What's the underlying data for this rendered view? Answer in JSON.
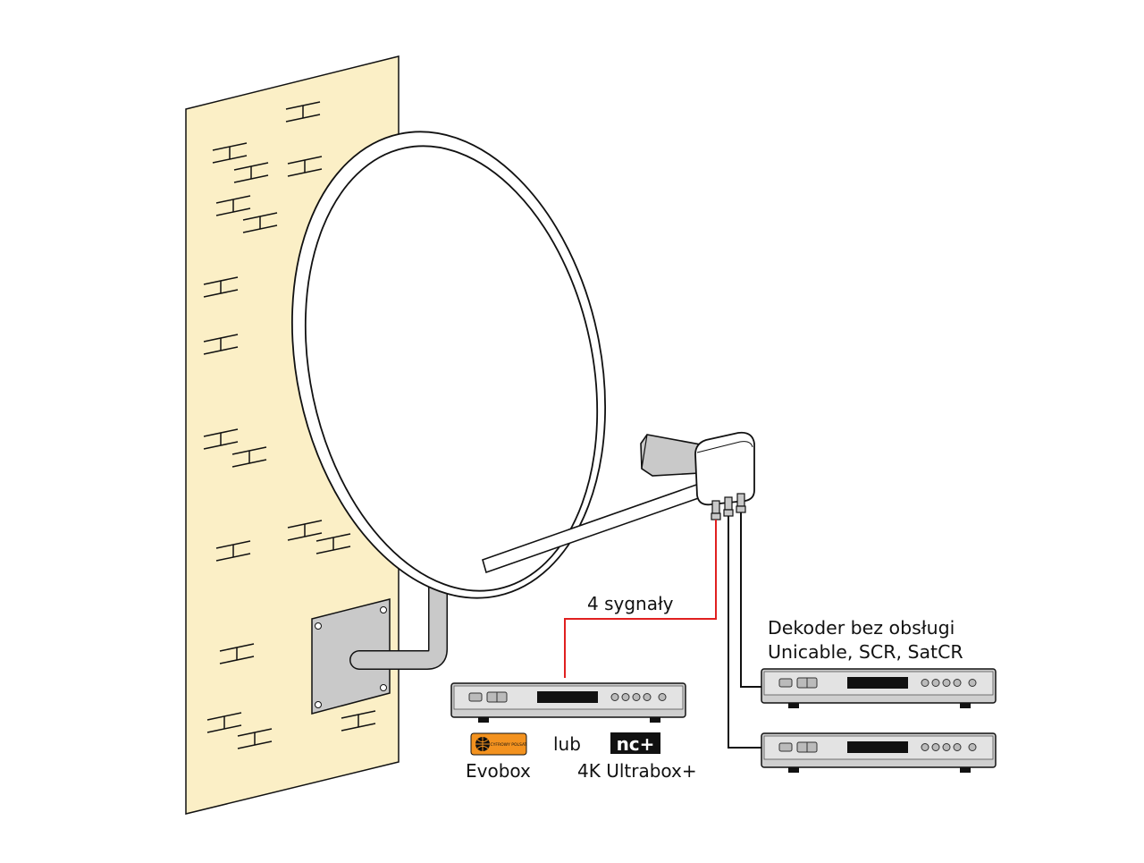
{
  "labels": {
    "cable_signal": "4 sygnały",
    "decoder_caption_line1": "Dekoder bez obsługi",
    "decoder_caption_line2": "Unicable, SCR, SatCR",
    "or": "lub",
    "evobox": "Evobox",
    "ultrabox": "4K Ultrabox+"
  },
  "logos": {
    "cyfrowy_polsat": "CYFROWY POLSAT",
    "ncplus": "nc+"
  },
  "icons": {
    "dish": "satellite-dish-icon",
    "lnb": "quad-lnb-icon",
    "receiver": "set-top-box-icon",
    "wall": "brick-wall-icon"
  },
  "colors": {
    "wall": "#fbefc6",
    "outline": "#111111",
    "signal_cable": "#e02020",
    "cable": "#111111",
    "metal": "#c9c9c9",
    "receiver_body": "#cfcfcf",
    "receiver_front": "#e3e3e3",
    "logo_polsat_bg": "#f3921f",
    "logo_nc_bg": "#111111"
  }
}
